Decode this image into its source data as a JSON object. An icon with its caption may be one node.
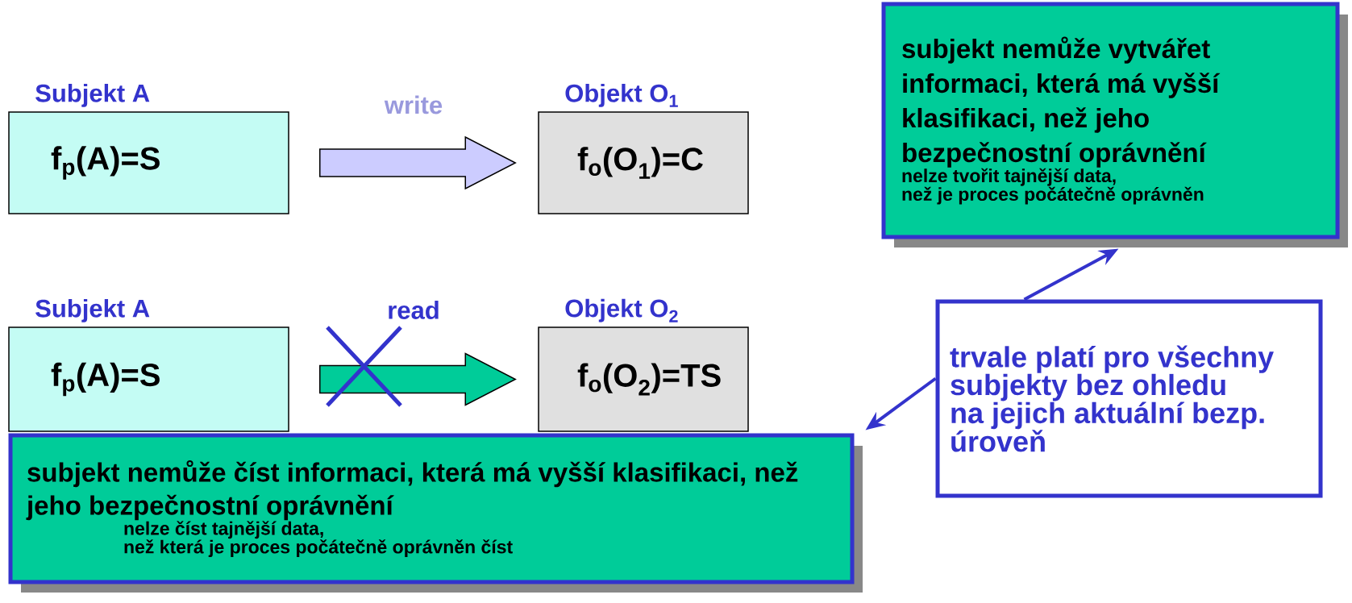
{
  "diagram": {
    "nodes": [
      {
        "text": [
          "Subjekt A",
          "f$_{p}$(A)=S"
        ]
      },
      {
        "text": [
          "Objekt O$_{1}$",
          "f$_{o}$(O$_{1}$)=C"
        ]
      },
      {
        "text": [
          "Subjekt A",
          "f$_{p}$(A)=S"
        ]
      },
      {
        "text": [
          "Objekt O$_{2}$",
          "f$_{o}$(O$_{2}$)=TS"
        ]
      },
      {
        "text": [
          "subjekt nemůže vytvářet informaci, která má vyšší klasifikaci, než jeho bezpečnostní oprávnění",
          "nelze tvořit tajnější data,",
          "než je proces počátečně oprávněn"
        ]
      },
      {
        "text": [
          "subjekt nemůže číst informaci, která má vyšší klasifikaci, než jeho bezpečnostní oprávnění",
          "nelze číst tajnější data,",
          "než která je proces počátečně oprávněn číst"
        ]
      },
      {
        "text": [
          "**trvale** platí pro **všechny** subjekty bez ohledu na jejich **aktuální bezp. úroveň**"
        ]
      }
    ],
    "edges": [
      {
        "from": 0,
        "to": 1,
        "arrow": "to",
        "label": "write",
        "style": "thick",
        "color": "#ccccff"
      },
      {
        "from": 2,
        "to": 3,
        "arrow": "to",
        "label": "read",
        "style": "thick",
        "color": "#00cc99"
      },
      {
        "from": 6,
        "to": 4,
        "arrow": "to"
      },
      {
        "from": 6,
        "to": 5,
        "arrow": "to"
      }
    ]
  }
}
